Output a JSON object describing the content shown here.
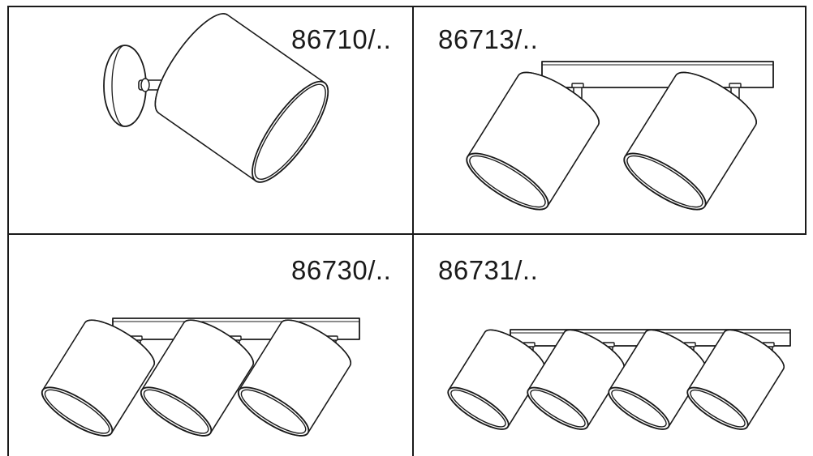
{
  "panels": [
    {
      "code": "86710/..",
      "spots": 1
    },
    {
      "code": "86713/..",
      "spots": 2
    },
    {
      "code": "86730/..",
      "spots": 3
    },
    {
      "code": "86731/..",
      "spots": 4
    }
  ],
  "colors": {
    "line": "#1a1a1a",
    "background": "#ffffff"
  },
  "icons": [
    "wall-spotlight-icon",
    "ceiling-spotlight-bar-icon"
  ]
}
